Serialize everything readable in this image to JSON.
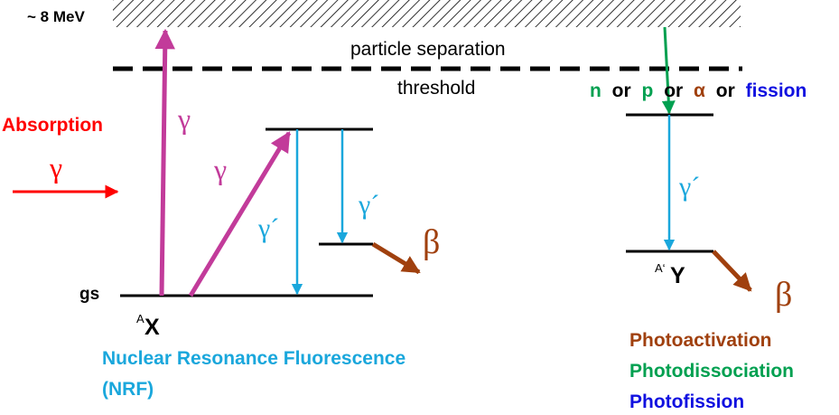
{
  "labels": {
    "energy": "~ 8 MeV",
    "particle_separation": "particle separation",
    "threshold": "threshold",
    "absorption": "Absorption",
    "gs": "gs",
    "ax_super": "A",
    "ax_base": "X",
    "ay_super": "A‘",
    "ay_base": "Y",
    "nrf_line1": "Nuclear Resonance Fluorescence",
    "nrf_line2": "(NRF)",
    "gamma": "γ",
    "gamma_prime": "γ´",
    "beta": "β",
    "channel_n": "n",
    "channel_or1": "or",
    "channel_p": "p",
    "channel_or2": "or",
    "channel_alpha": "α",
    "channel_or3": "or",
    "channel_fission": "fission",
    "photoactivation": "Photoactivation",
    "photodissociation": "Photodissociation",
    "photofission": "Photofission"
  },
  "colors": {
    "magenta": "#C23B9A",
    "red": "#FF0000",
    "cyan": "#1AA7DC",
    "brown": "#A0400E",
    "green": "#00A050",
    "blue": "#1010E0",
    "black": "#000000"
  }
}
